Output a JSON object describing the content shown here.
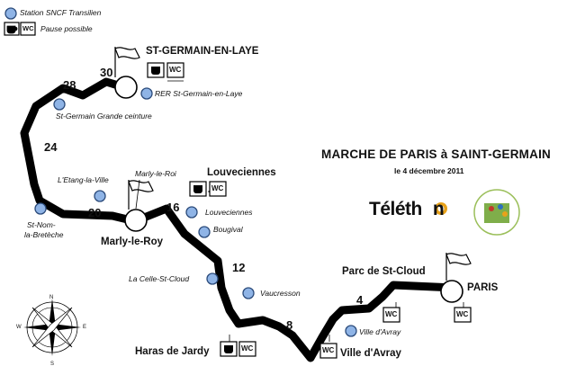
{
  "legend": {
    "station_label": "Station SNCF Transilien",
    "pause_label": "Pause possible",
    "cafe_icon": "coffee-cup-icon",
    "wc_label": "WC"
  },
  "title": "MARCHE DE PARIS à SAINT-GERMAIN",
  "date": "le 4 décembre 2011",
  "brand": {
    "name_start": "Téléth",
    "name_end": "n"
  },
  "cities": {
    "st_germain": "ST-GERMAIN-EN-LAYE",
    "louveciennes": "Louveciennes",
    "marly": "Marly-le-Roy",
    "parc_st_cloud": "Parc de St-Cloud",
    "paris": "PARIS",
    "haras": "Haras de Jardy",
    "ville_davray": "Ville d'Avray"
  },
  "stations": {
    "rer": "RER St-Germain-en-Laye",
    "grande_ceinture": "St-Germain Grande ceinture",
    "etang": "L'Etang-la-Ville",
    "marly_le_roi": "Marly-le-Roi",
    "st_nom_1": "St-Nom-",
    "st_nom_2": "la-Bretèche",
    "louveciennes": "Louveciennes",
    "bougival": "Bougival",
    "la_celle": "La Celle-St-Cloud",
    "vaucresson": "Vaucresson",
    "ville_davray": "Ville d'Avray"
  },
  "km": {
    "k30": "30",
    "k28": "28",
    "k24": "24",
    "k20": "20",
    "k16": "16",
    "k12": "12",
    "k8": "8",
    "k4": "4"
  },
  "compass": {
    "n": "N",
    "s": "S",
    "e": "E",
    "w": "W"
  },
  "colors": {
    "route": "#000000",
    "station_fill": "#8fb4e6",
    "station_stroke": "#2a4a7a",
    "brand_accent": "#e8a21a"
  }
}
